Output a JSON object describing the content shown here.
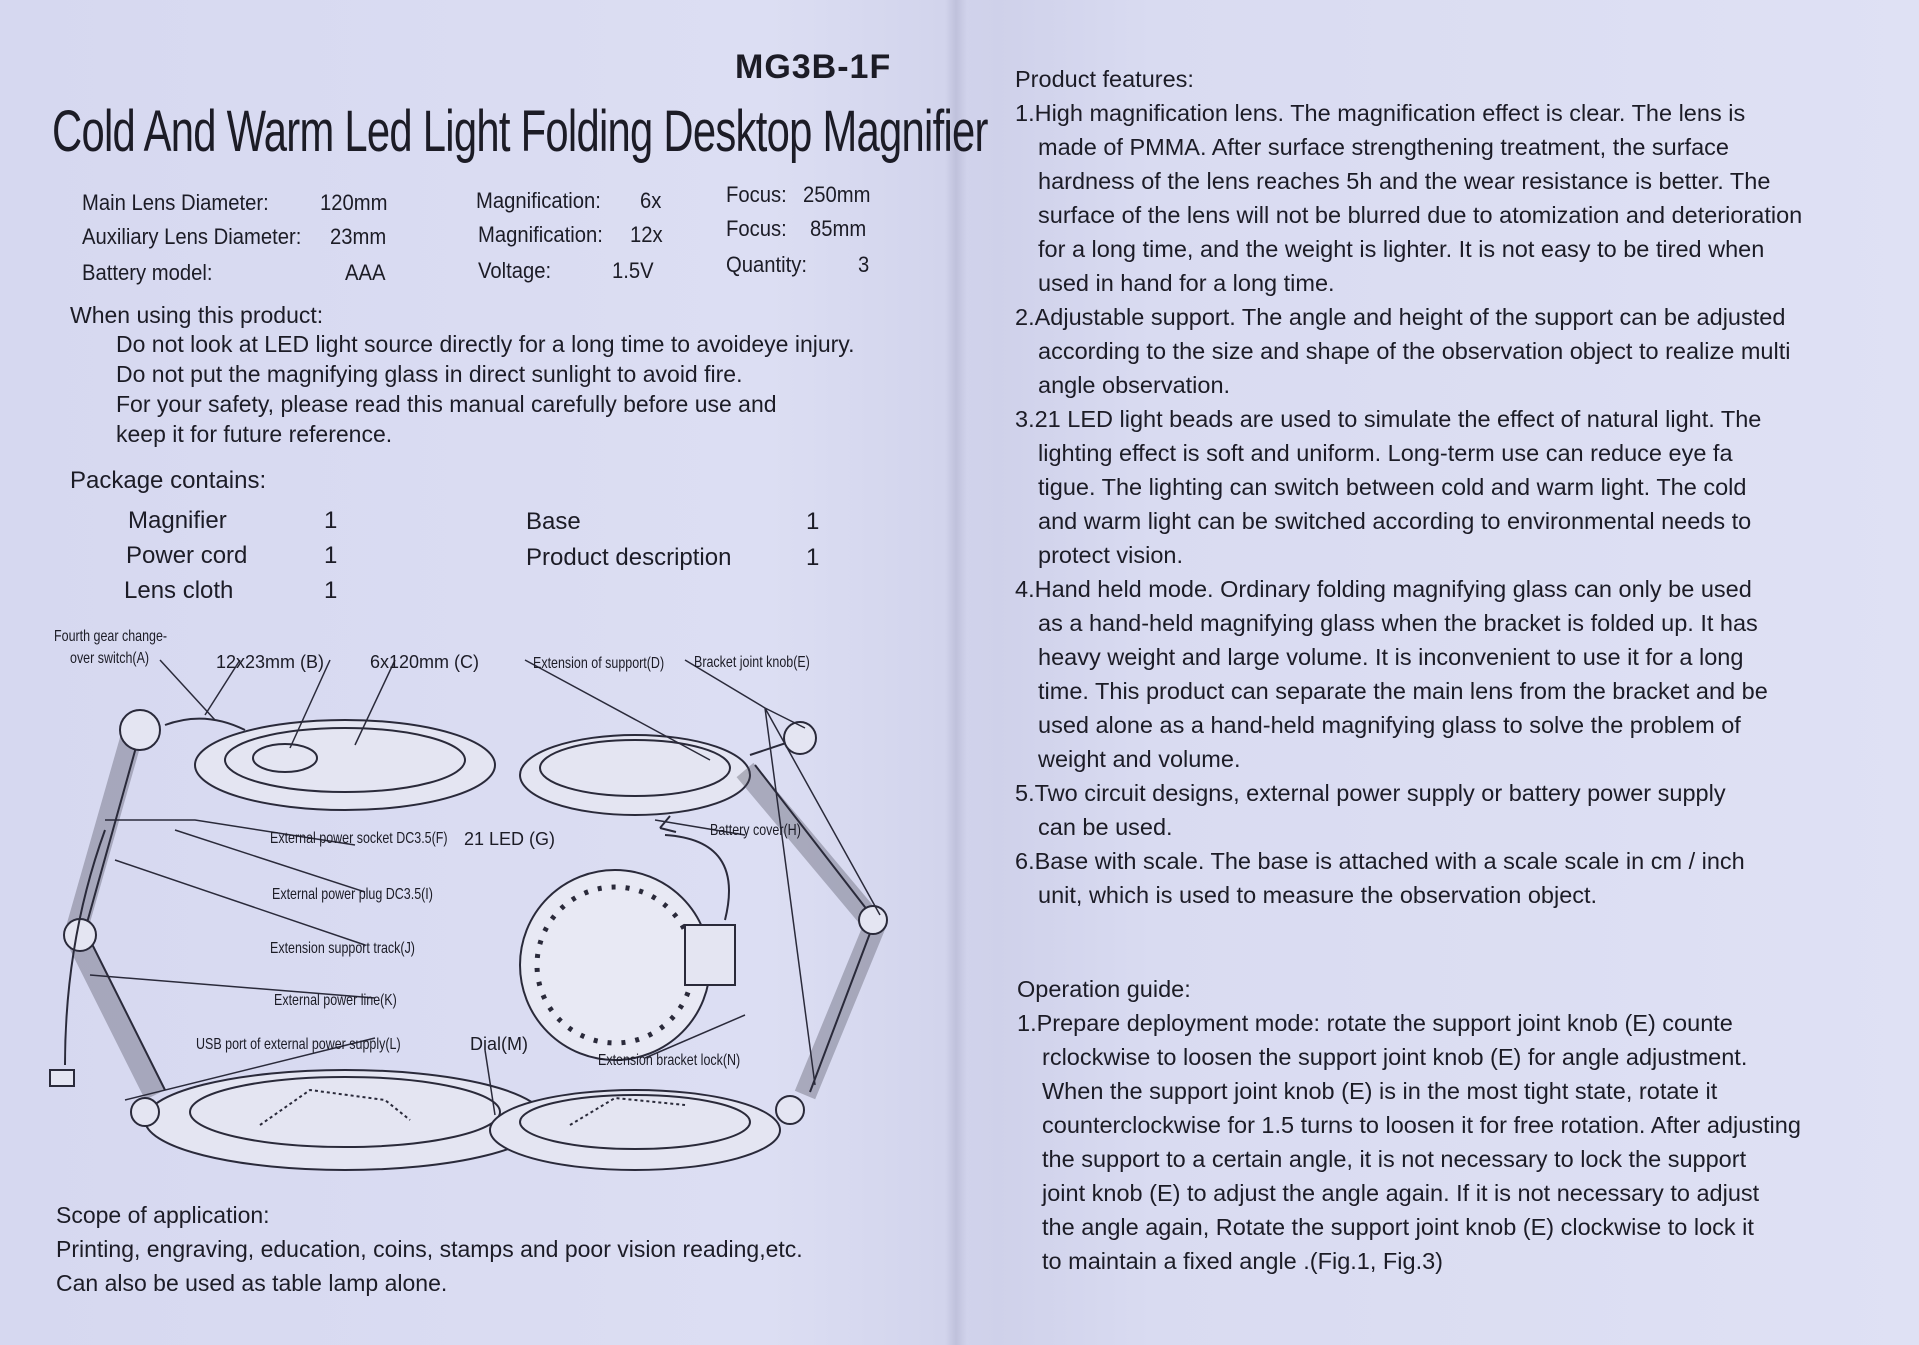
{
  "left": {
    "model": "MG3B-1F",
    "title": "Cold And Warm Led Light Folding Desktop Magnifier",
    "specs": {
      "main_lens": "Main Lens Diameter:",
      "main_lens_val": "120mm",
      "aux_lens": "Auxiliary Lens Diameter:",
      "aux_lens_val": "23mm",
      "battery": "Battery  model:",
      "battery_val": "AAA",
      "mag1": "Magnification:",
      "mag1_val": "6x",
      "mag2": "Magnification:",
      "mag2_val": "12x",
      "voltage": "Voltage:",
      "voltage_val": "1.5V",
      "focus1": "Focus:",
      "focus1_val": "250mm",
      "focus2": "Focus:",
      "focus2_val": "85mm",
      "qty": "Quantity:",
      "qty_val": "3"
    },
    "usage_heading": "When using this product:",
    "usage": [
      "Do not look at LED light source directly for a long time to avoideye injury.",
      "Do not put the magnifying glass in direct sunlight to avoid fire.",
      "For your safety, please read this manual carefully before use and",
      "keep it for future reference."
    ],
    "package_heading": "Package contains:",
    "package": {
      "magnifier": "Magnifier",
      "magnifier_q": "1",
      "cord": "Power cord",
      "cord_q": "1",
      "cloth": "Lens cloth",
      "cloth_q": "1",
      "base": "Base",
      "base_q": "1",
      "desc": "Product description",
      "desc_q": "1"
    },
    "labels": {
      "a1": "Fourth gear change-",
      "a2": "over switch(A)",
      "b": "12x23mm (B)",
      "c": "6x120mm (C)",
      "d": "Extension of support(D)",
      "e": "Bracket joint knob(E)",
      "f": "External power socket DC3.5(F)",
      "g": "21 LED (G)",
      "h": "Battery cover(H)",
      "i": "External power plug DC3.5(I)",
      "j": "Extension support track(J)",
      "k": "External power line(K)",
      "l": "USB port of external power supply(L)",
      "m": "Dial(M)",
      "n": "Extension bracket lock(N)"
    },
    "scope_heading": "Scope of application:",
    "scope": [
      "Printing, engraving, education, coins, stamps and poor vision reading,etc.",
      "Can also be used as table lamp alone."
    ]
  },
  "right": {
    "features_heading": "Product features:",
    "features": [
      "1.High magnification lens. The magnification effect is clear. The lens is",
      "made of PMMA. After surface strengthening treatment, the surface",
      "hardness of the lens reaches 5h and the wear resistance is better. The",
      "surface of the lens will not be blurred due to atomization and deterioration",
      "for a long time, and the weight is lighter. It is not easy to be tired when",
      "used in hand for a long time.",
      "2.Adjustable support. The angle and height of the support can be adjusted",
      "according to the size and shape of the observation object to realize multi",
      "angle observation.",
      "3.21 LED light beads are used to simulate the effect of natural light. The",
      "lighting effect is soft and uniform. Long-term use can reduce eye fa",
      "tigue. The lighting can switch between cold and warm light. The cold",
      "and warm light can be switched according to environmental needs to",
      "protect vision.",
      "4.Hand held mode. Ordinary folding magnifying glass can only be used",
      "as a hand-held magnifying glass when the bracket is folded up. It has",
      "heavy weight and large volume. It is inconvenient to use it for a long",
      "time. This product can separate the main lens from the bracket and be",
      "used alone as a hand-held magnifying glass to solve the problem of",
      "weight and volume.",
      "5.Two circuit designs, external power supply or battery power supply",
      "can be used.",
      "6.Base with scale. The base is attached with a scale scale in cm / inch",
      "unit, which is used to measure the observation object."
    ],
    "guide_heading": "Operation guide:",
    "guide": [
      "1.Prepare deployment mode: rotate the support joint knob (E) counte",
      "rclockwise to loosen the support joint knob (E) for angle adjustment.",
      "When the support joint knob (E) is in the most tight state, rotate it",
      "counterclockwise for 1.5 turns to loosen it for free rotation. After adjusting",
      "the support to a certain angle, it is not necessary to lock the support",
      "joint knob (E) to adjust the angle again. If it is not necessary to adjust",
      "the angle again, Rotate the support joint knob (E) clockwise to lock it",
      "to maintain a fixed angle .(Fig.1, Fig.3)"
    ]
  }
}
